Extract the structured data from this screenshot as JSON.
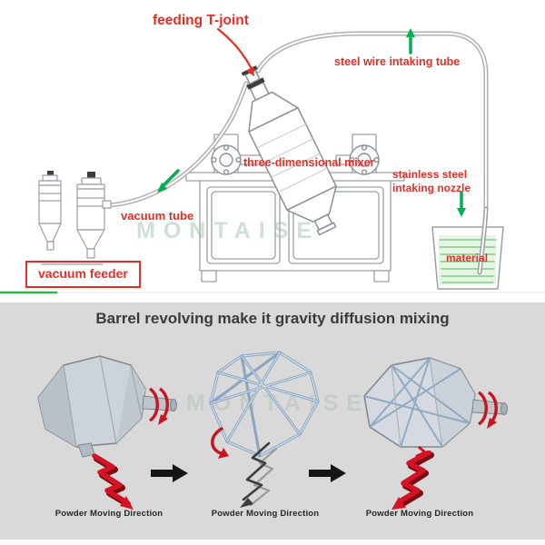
{
  "colors": {
    "label_red": "#e62e26",
    "arrow_green": "#00b050",
    "spiral_red": "#c81420",
    "title_dark": "#3b3b3b",
    "panel_gray": "#d9d9d9",
    "wireframe_blue": "#89a5c1",
    "material_green": "#74c274"
  },
  "machine_diagram": {
    "labels": {
      "feeding_t_joint": "feeding T-joint",
      "steel_wire_intaking_tube": "steel wire intaking tube",
      "three_dimensional_mixer": "three-dimensional mixer",
      "vacuum_tube": "vacuum tube",
      "vacuum_feeder": "vacuum feeder",
      "stainless_steel_line1": "stainless steel",
      "stainless_steel_line2": "intaking nozzle",
      "material": "material"
    },
    "watermark": "MONTAISE"
  },
  "mixing_section": {
    "title": "Barrel revolving make it gravity diffusion mixing",
    "figures": [
      {
        "caption": "Powder Moving Direction"
      },
      {
        "caption": "Powder Moving Direction"
      },
      {
        "caption": "Powder Moving Direction"
      }
    ]
  }
}
